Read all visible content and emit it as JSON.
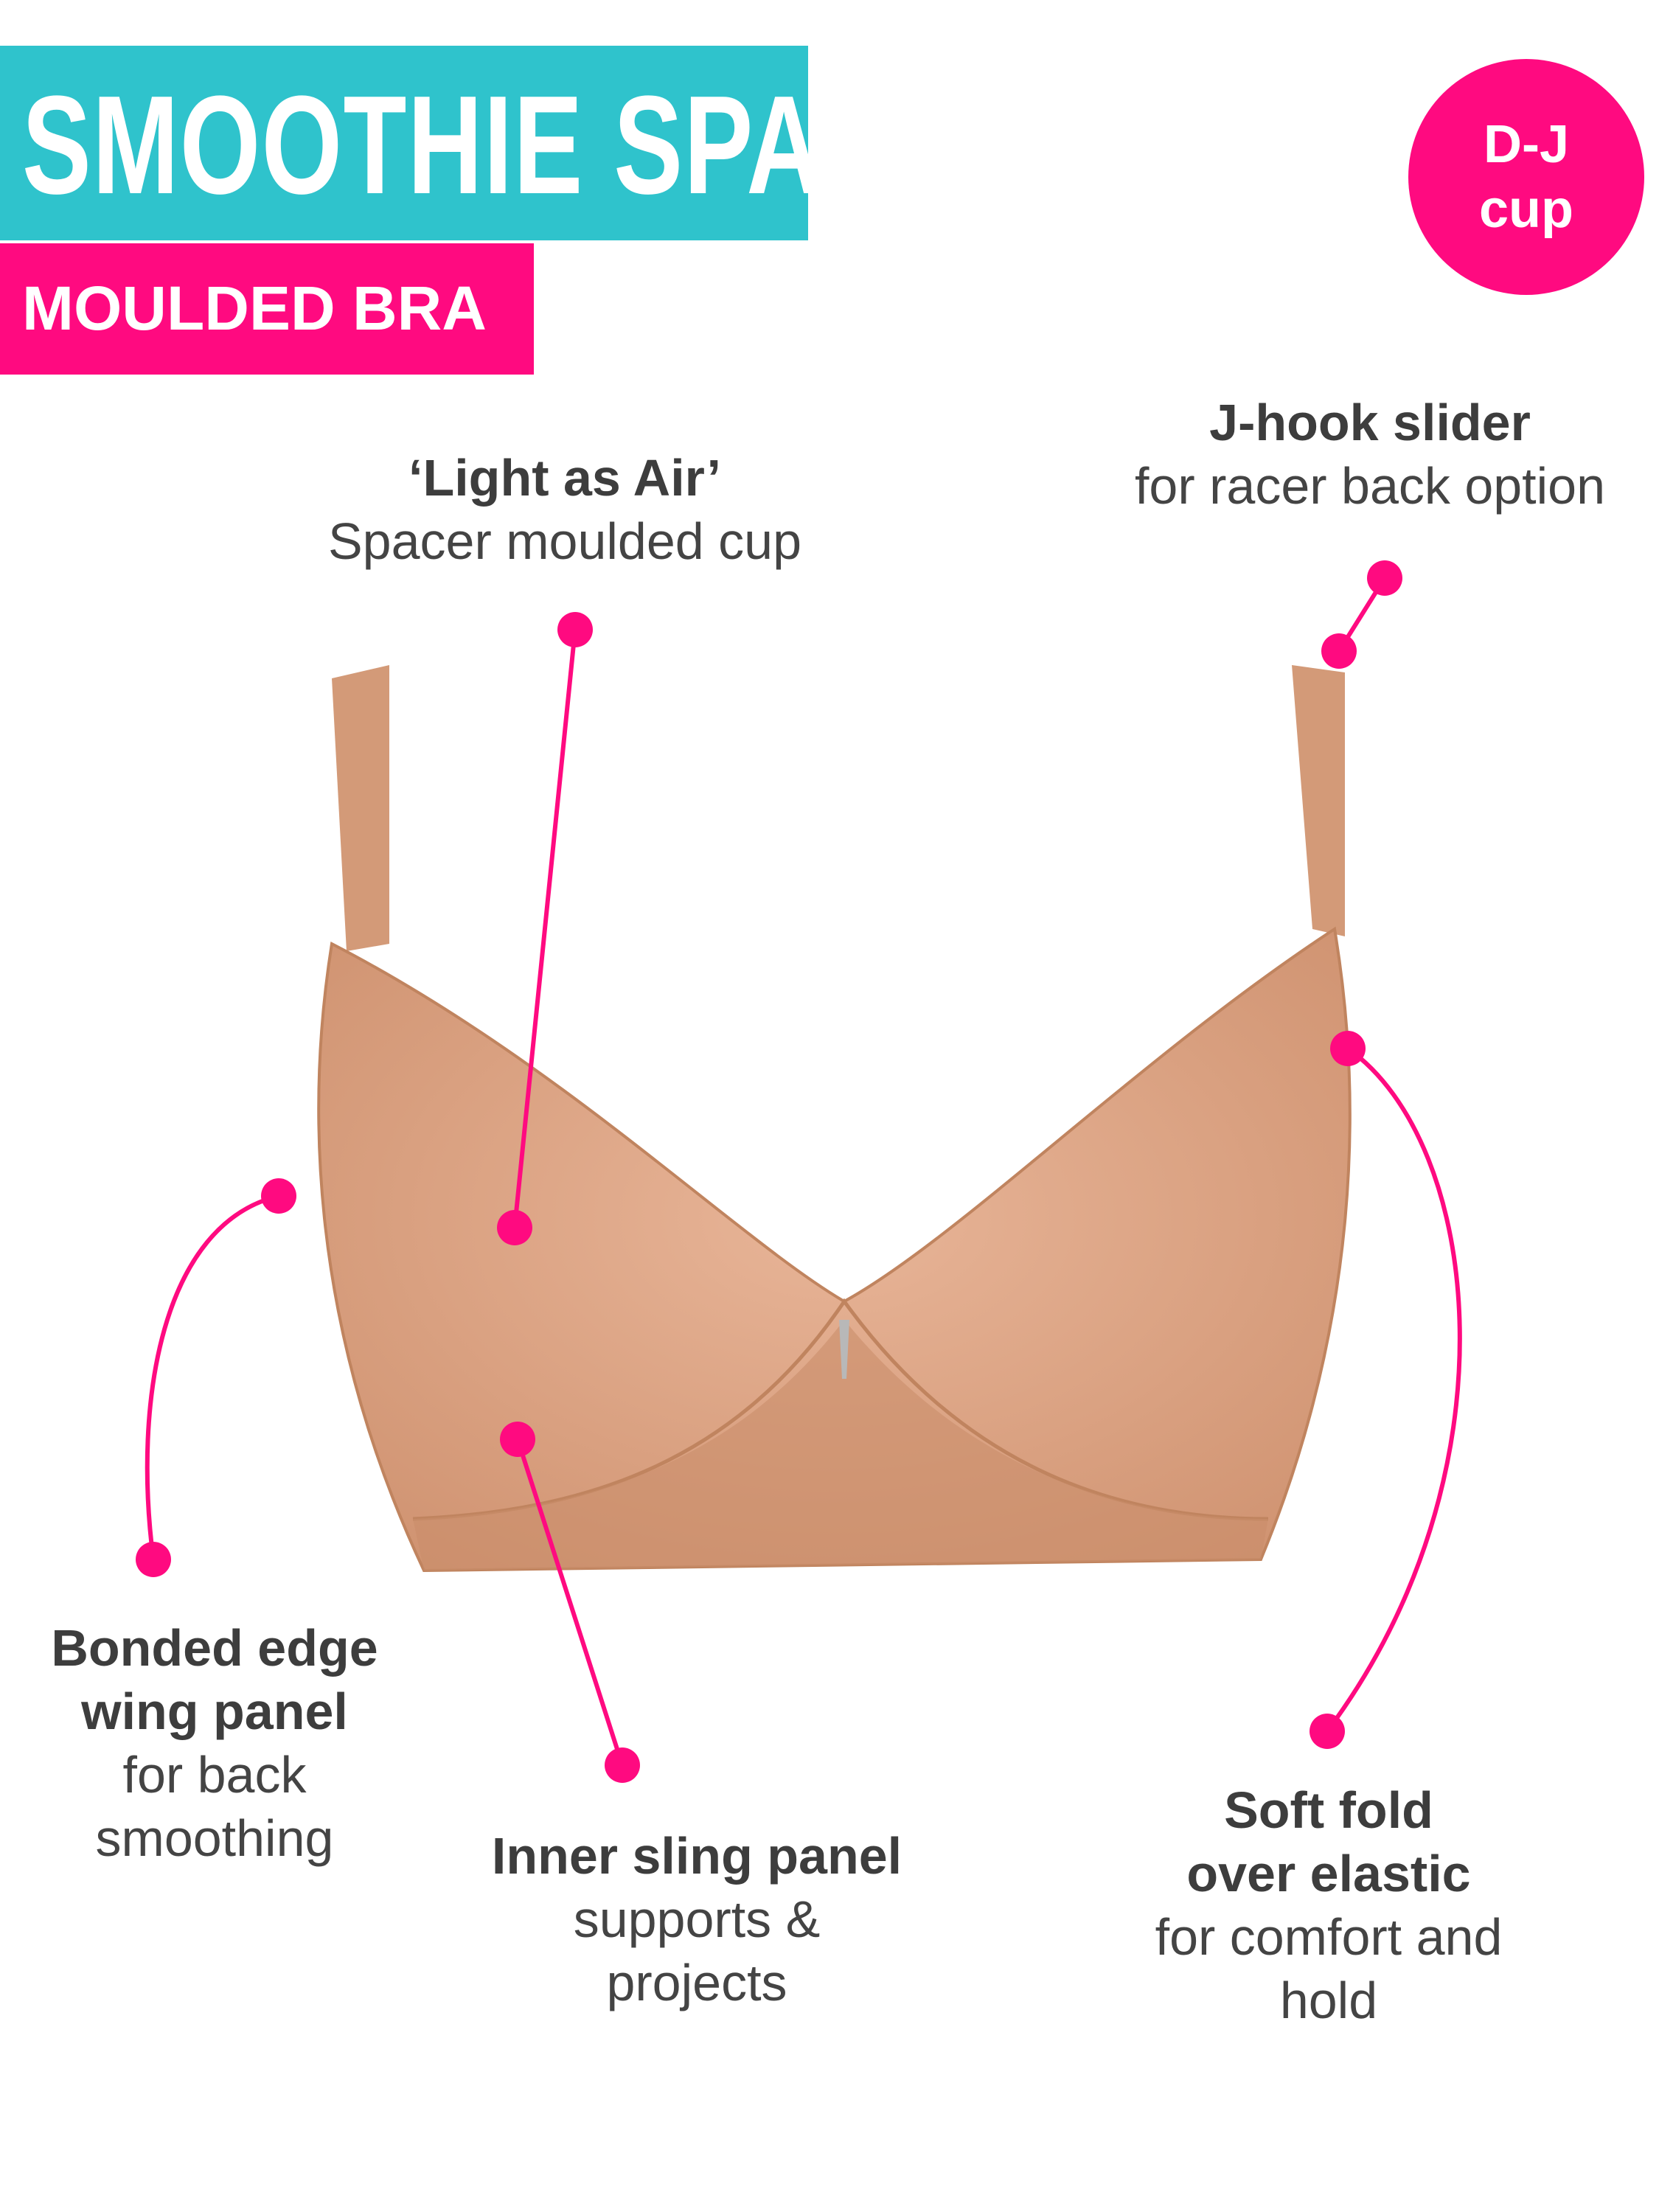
{
  "header": {
    "title": "SMOOTHIE SPACER",
    "subtitle": "MOULDED BRA"
  },
  "badge": {
    "line1": "D-J",
    "line2": "cup"
  },
  "callouts": {
    "cup": {
      "title": "‘Light as Air’",
      "lines": [
        "Spacer moulded cup"
      ]
    },
    "slider": {
      "title": "J-hook slider",
      "lines": [
        "for racer back option"
      ]
    },
    "wing": {
      "title": [
        "Bonded edge",
        "wing panel"
      ],
      "lines": [
        "for back",
        "smoothing"
      ]
    },
    "sling": {
      "title": "Inner sling panel",
      "lines": [
        "supports &",
        "projects"
      ]
    },
    "elastic": {
      "title": [
        "Soft fold",
        "over elastic"
      ],
      "lines": [
        "for comfort and",
        "hold"
      ]
    }
  },
  "colors": {
    "teal": "#2fc3cc",
    "pink": "#ff0a80",
    "fabric": "#d9a07f"
  }
}
